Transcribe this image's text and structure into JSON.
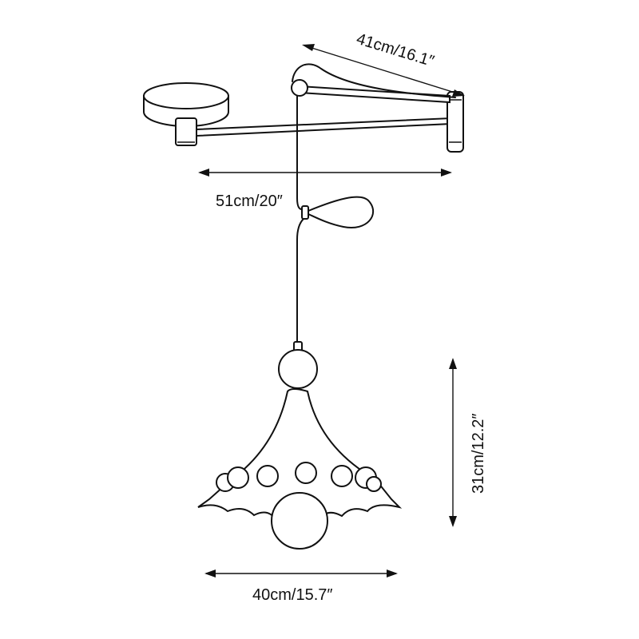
{
  "diagram": {
    "dimensions": {
      "arm_length": "41cm/16.1″",
      "total_reach": "51cm/20″",
      "shade_height": "31cm/12.2″",
      "shade_width": "40cm/15.7″"
    },
    "colors": {
      "line": "#111111",
      "background": "#ffffff"
    }
  }
}
